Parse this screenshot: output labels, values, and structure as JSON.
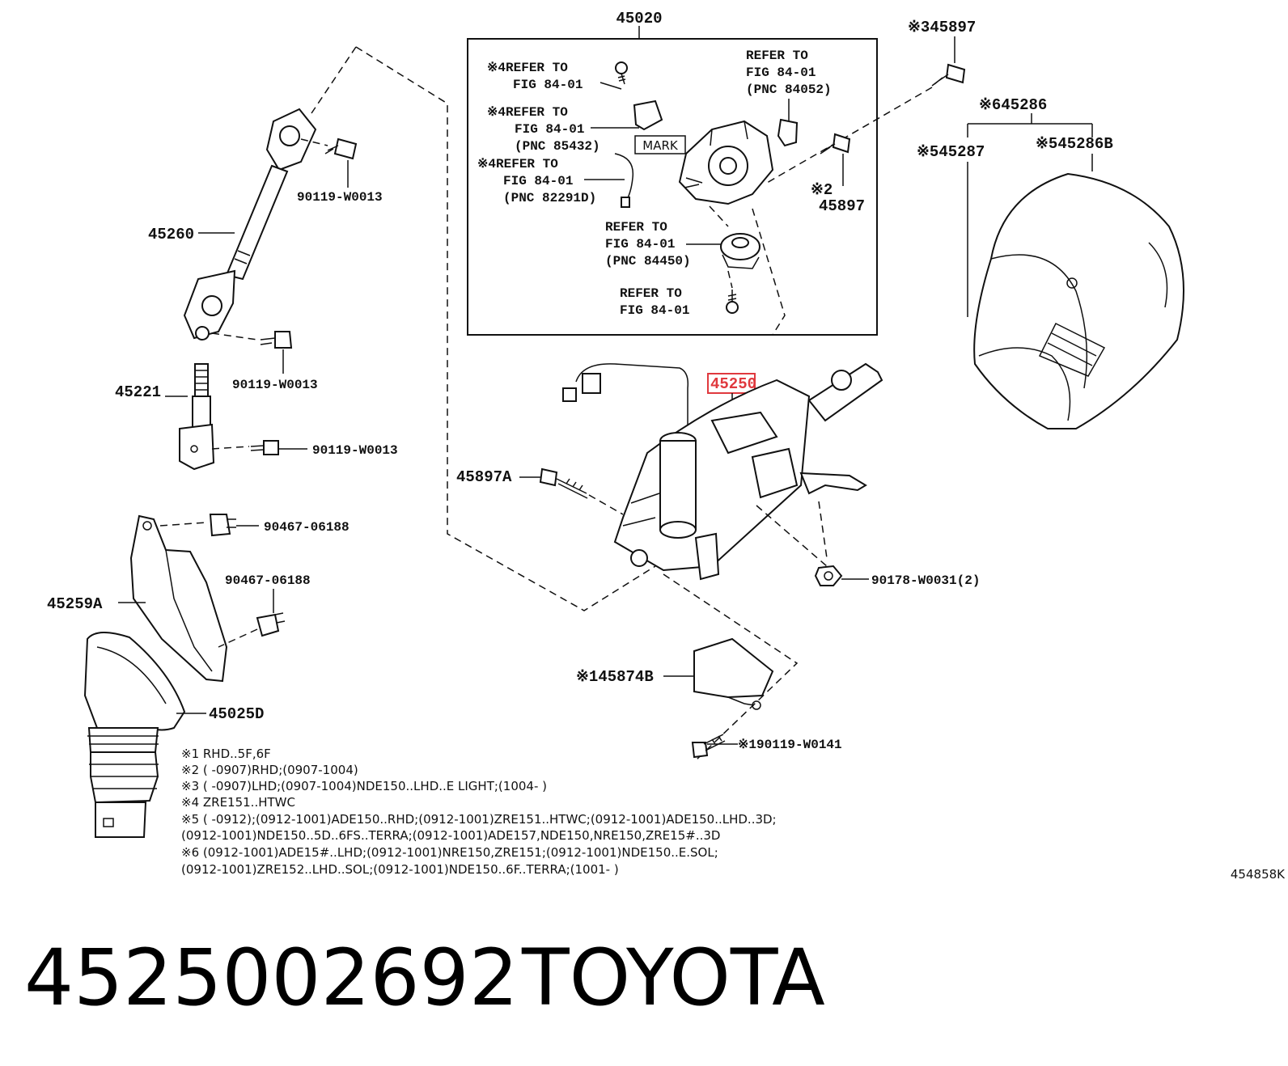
{
  "callouts": {
    "c45020": "45020",
    "c45897_top": "※345897",
    "c45286": "※645286",
    "c45287": "※545287",
    "c45286B": "※545286B",
    "c45897_mid_mark": "※2",
    "c45897_mid": "45897",
    "c45260": "45260",
    "c45221": "45221",
    "c90119_1": "90119-W0013",
    "c90119_2": "90119-W0013",
    "c90119_3": "90119-W0013",
    "c45250": "45250",
    "c45897A": "45897A",
    "c90467_1": "90467-06188",
    "c90467_2": "90467-06188",
    "c45259A": "45259A",
    "c90178": "90178-W0031(2)",
    "c45874B": "※145874B",
    "c45025D": "45025D",
    "c90119_w0141": "※190119-W0141",
    "ref_a": [
      "※4REFER TO",
      "FIG 84-01"
    ],
    "ref_b": [
      "※4REFER TO",
      "FIG 84-01",
      "(PNC 85432)"
    ],
    "ref_c": [
      "※4REFER TO",
      "FIG 84-01",
      "(PNC 82291D)"
    ],
    "ref_d": [
      "REFER TO",
      "FIG 84-01",
      "(PNC 84052)"
    ],
    "ref_e": [
      "REFER TO",
      "FIG 84-01",
      "(PNC 84450)"
    ],
    "ref_f": [
      "REFER TO",
      "FIG 84-01"
    ],
    "mark": "MARK"
  },
  "notes": [
    "※1  RHD..5F,6F",
    "※2 (        -0907)RHD;(0907-1004)",
    "※3 (        -0907)LHD;(0907-1004)NDE150..LHD..E LIGHT;(1004-        )",
    "※4  ZRE151..HTWC",
    "※5 (        -0912);(0912-1001)ADE150..RHD;(0912-1001)ZRE151..HTWC;(0912-1001)ADE150..LHD..3D;",
    "      (0912-1001)NDE150..5D..6FS..TERRA;(0912-1001)ADE157,NDE150,NRE150,ZRE15#..3D",
    "※6 (0912-1001)ADE15#..LHD;(0912-1001)NRE150,ZRE151;(0912-1001)NDE150..E.SOL;",
    "      (0912-1001)ZRE152..LHD..SOL;(0912-1001)NDE150..6F..TERRA;(1001-        )"
  ],
  "figure_code": "454858K",
  "part_number": "4525002692",
  "brand": "TOYOTA",
  "highlight_color": "#e0393e"
}
